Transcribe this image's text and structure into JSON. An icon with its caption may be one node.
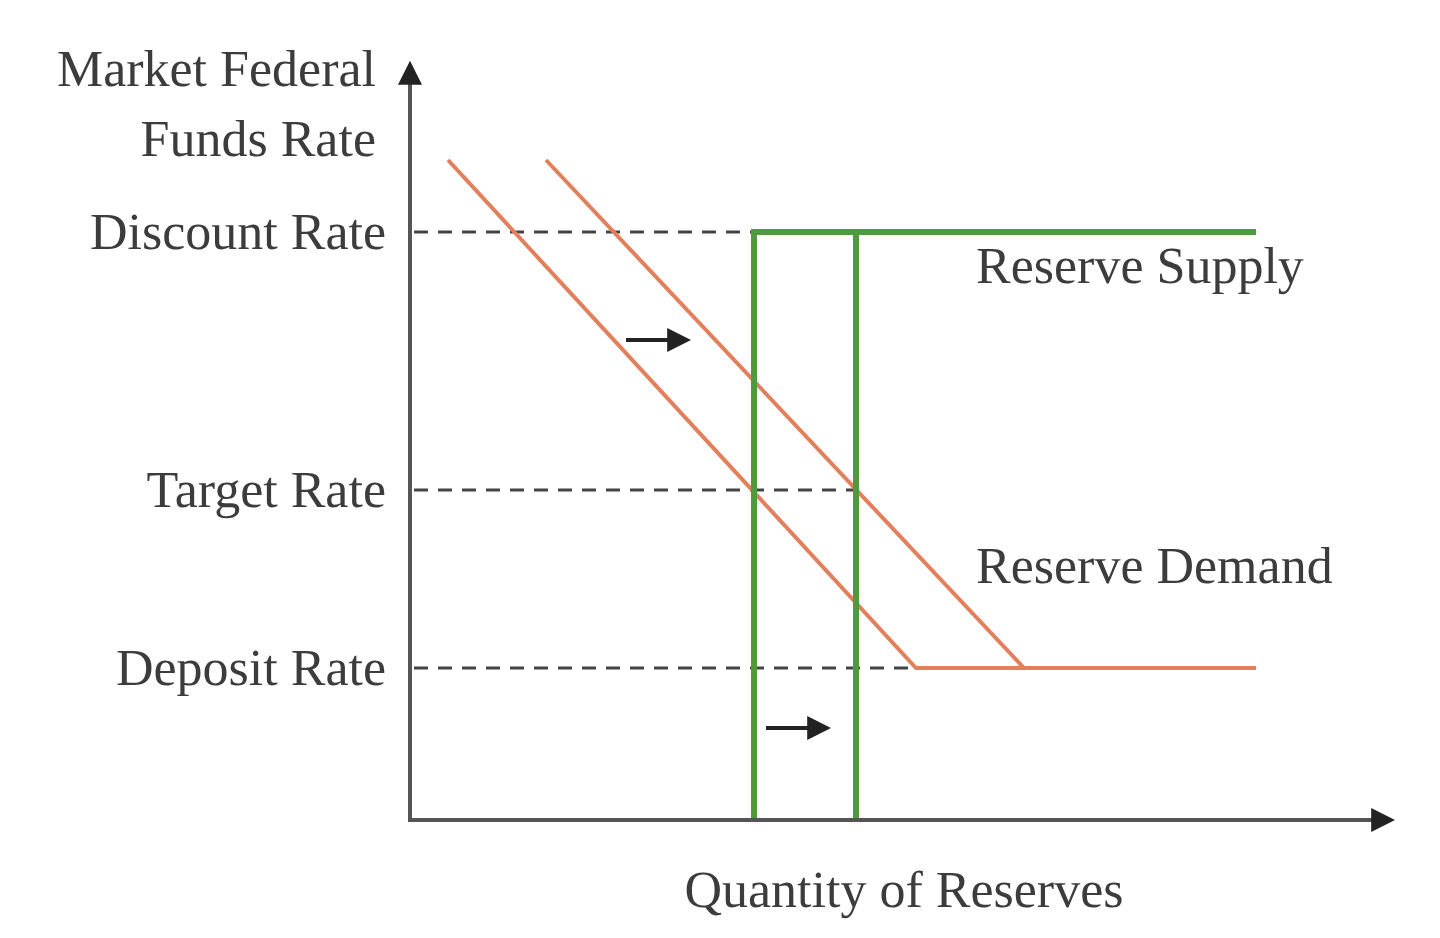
{
  "diagram": {
    "labels": [
      "Market Federal Funds Rate",
      "Discount Rate",
      "Reserve Supply",
      "Target Rate",
      "Reserve Demand",
      "Deposit Rate",
      "Quantity of Reserves"
    ]
  }
}
